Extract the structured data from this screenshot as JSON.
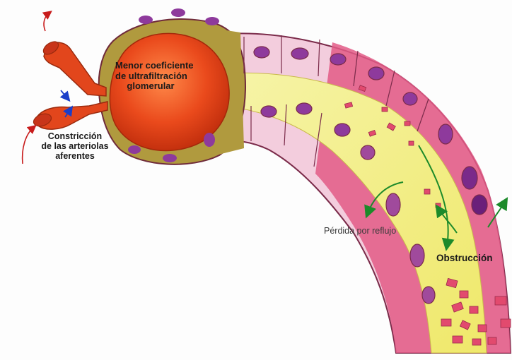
{
  "labels": {
    "menor_coeficiente": [
      "Menor coeficiente",
      "de ultrafiltración",
      "glomerular"
    ],
    "constriccion": [
      "Constricción",
      "de las arteriolas",
      "aferentes"
    ],
    "perdida": "Pérdida por reflujo",
    "obstruccion": "Obstrucción"
  },
  "colors": {
    "glomerulus": "#ea4a1c",
    "arteriole": "#e2461c",
    "capsule_fill": "#b09a3e",
    "tubule_wall": "#f3cddd",
    "injured_wall": "#e25a86",
    "nucleus": "#8e3a9c",
    "lumen": "#f3ef7a",
    "debris": "#e24a6e",
    "flow_arrow": "#1c8a2a",
    "constriction_arrow": "#1a3ec8",
    "blood_arrow": "#c81c1c"
  }
}
